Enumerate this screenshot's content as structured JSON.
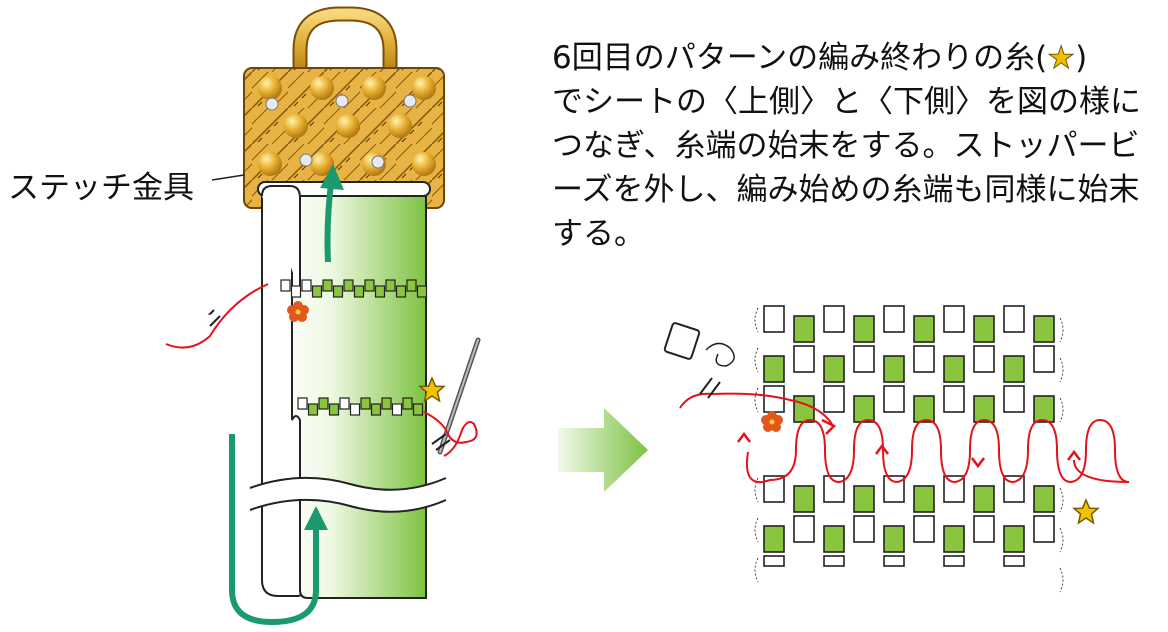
{
  "label": {
    "stitch_hardware": "ステッチ金具"
  },
  "instructions": {
    "line1_pre": "6回目のパターンの編み終わりの糸(",
    "star": "★",
    "line1_post": ")",
    "line2": "でシートの〈上側〉と〈下側〉を図の様に",
    "line3": "つなぎ、糸端の始末をする。ストッパービ",
    "line4": "ーズを外し、編み始めの糸端も同様に始末",
    "line5": "する。"
  },
  "colors": {
    "green_accent": "#1a9a6e",
    "sheet_green": "#7dc242",
    "bead_green": "#8ac53f",
    "thread_red": "#e3121b",
    "flower_orange": "#e2581c",
    "star_gold": "#f2c200",
    "arrow_gradient_start": "#e8f4d8",
    "arrow_gradient_end": "#79bf3a",
    "hardware_gold": "#e0ac35"
  },
  "icons": [
    "flower-icon",
    "star-icon",
    "needle-icon",
    "stopper-bead-icon",
    "big-arrow-icon"
  ]
}
